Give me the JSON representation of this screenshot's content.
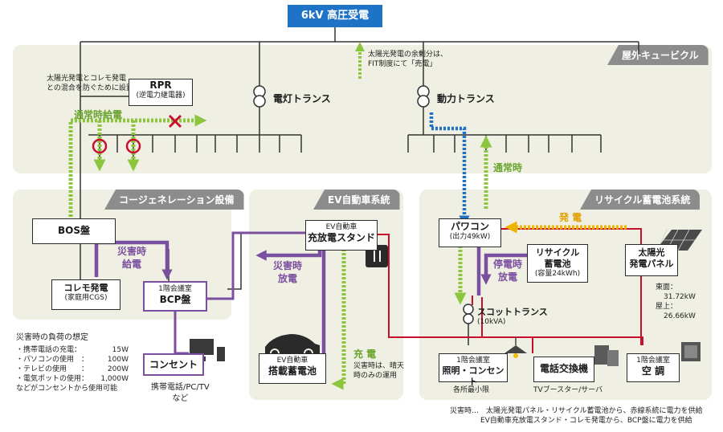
{
  "header": {
    "title": "6kV 高圧受電"
  },
  "surplus_note": [
    "太陽光発電の余剰分は、",
    "FIT制度にて「売電」"
  ],
  "panels": {
    "outdoor": "屋外キュービクル",
    "cogen": "コージェネレーション設備",
    "ev": "EV自動車系統",
    "recycle": "リサイクル蓄電池系統"
  },
  "rpr_note": [
    "太陽光発電とコレモ発電",
    "との混合を防ぐために設置"
  ],
  "rpr": {
    "title": "RPR",
    "sub": "(逆電力継電器)"
  },
  "lighting_transformer": "電灯トランス",
  "power_transformer": "動力トランス",
  "labels": {
    "normal_supply": "通常時給電",
    "normal": "通常時",
    "disaster_supply": [
      "災害時",
      "給電"
    ],
    "disaster_discharge": [
      "災害時",
      "放電"
    ],
    "outage_discharge": [
      "停電時",
      "放電"
    ],
    "generation": "発 電",
    "charge": "充 電"
  },
  "boxes": {
    "bos": "BOS盤",
    "corem": {
      "title": "コレモ発電",
      "sub": "(家庭用CGS)"
    },
    "bcp": {
      "top": "1階会議室",
      "title": "BCP盤"
    },
    "outlet": "コンセント",
    "ev_stand": {
      "top": "EV自動車",
      "title": "充放電スタンド"
    },
    "ev_battery": {
      "top": "EV自動車",
      "title": "搭載蓄電池"
    },
    "powercon": {
      "title": "パワコン",
      "sub": "(出力49kW)"
    },
    "recycle_battery": {
      "l1": "リサイクル",
      "l2": "蓄電池",
      "sub": "(容量24kWh)"
    },
    "solar": {
      "l1": "太陽光",
      "l2": "発電パネル"
    },
    "scott": {
      "title": "スコットトランス",
      "sub": "(10kVA)"
    },
    "lighting": {
      "top": "1階会議室",
      "title": "照明・コンセント"
    },
    "phone": "電話交換機",
    "aircon": {
      "top": "1階会議室",
      "title": "空 調"
    }
  },
  "outlet_caption": [
    "携帯電話/PC/TV",
    "など"
  ],
  "charge_note": [
    "災害時は、晴天",
    "時のみの運用"
  ],
  "solar_spec": [
    "東面：",
    "31.72kW",
    "屋上：",
    "26.66kW"
  ],
  "lighting_caption": "各所最小限",
  "phone_caption": "TVブースター/サーバ",
  "load_assumption": {
    "title": "災害時の負荷の想定",
    "items": [
      {
        "name": "・携帯電話の充電：",
        "value": "15W"
      },
      {
        "name": "・パソコンの使用　：",
        "value": "100W"
      },
      {
        "name": "・テレビの使用　　：",
        "value": "200W"
      },
      {
        "name": "・電気ポットの使用：",
        "value": "1,000W"
      }
    ],
    "footer": "などがコンセントから使用可能"
  },
  "footnote": [
    "災害時…　太陽光発電パネル・リサイクル蓄電池から、赤線系統に電力を供給",
    "EV自動車充放電スタンド・コレモ発電から、BCP盤に電力を供給"
  ],
  "colors": {
    "header": "#1f73c6",
    "green": "#8cc63f",
    "purple": "#7b4fa0",
    "red": "#c8102e",
    "yellow": "#f0b400",
    "blue": "#1f73c6",
    "panel": "#eff0e3",
    "panel_title": "#8c8c8c"
  },
  "icons": [
    "transformer-icon",
    "cross-mark-icon",
    "breaker-circle-icon",
    "car-icon",
    "plug-icon",
    "solar-panel-icon",
    "computer-icon",
    "server-icon",
    "lamp-icon",
    "aircon-icon"
  ]
}
